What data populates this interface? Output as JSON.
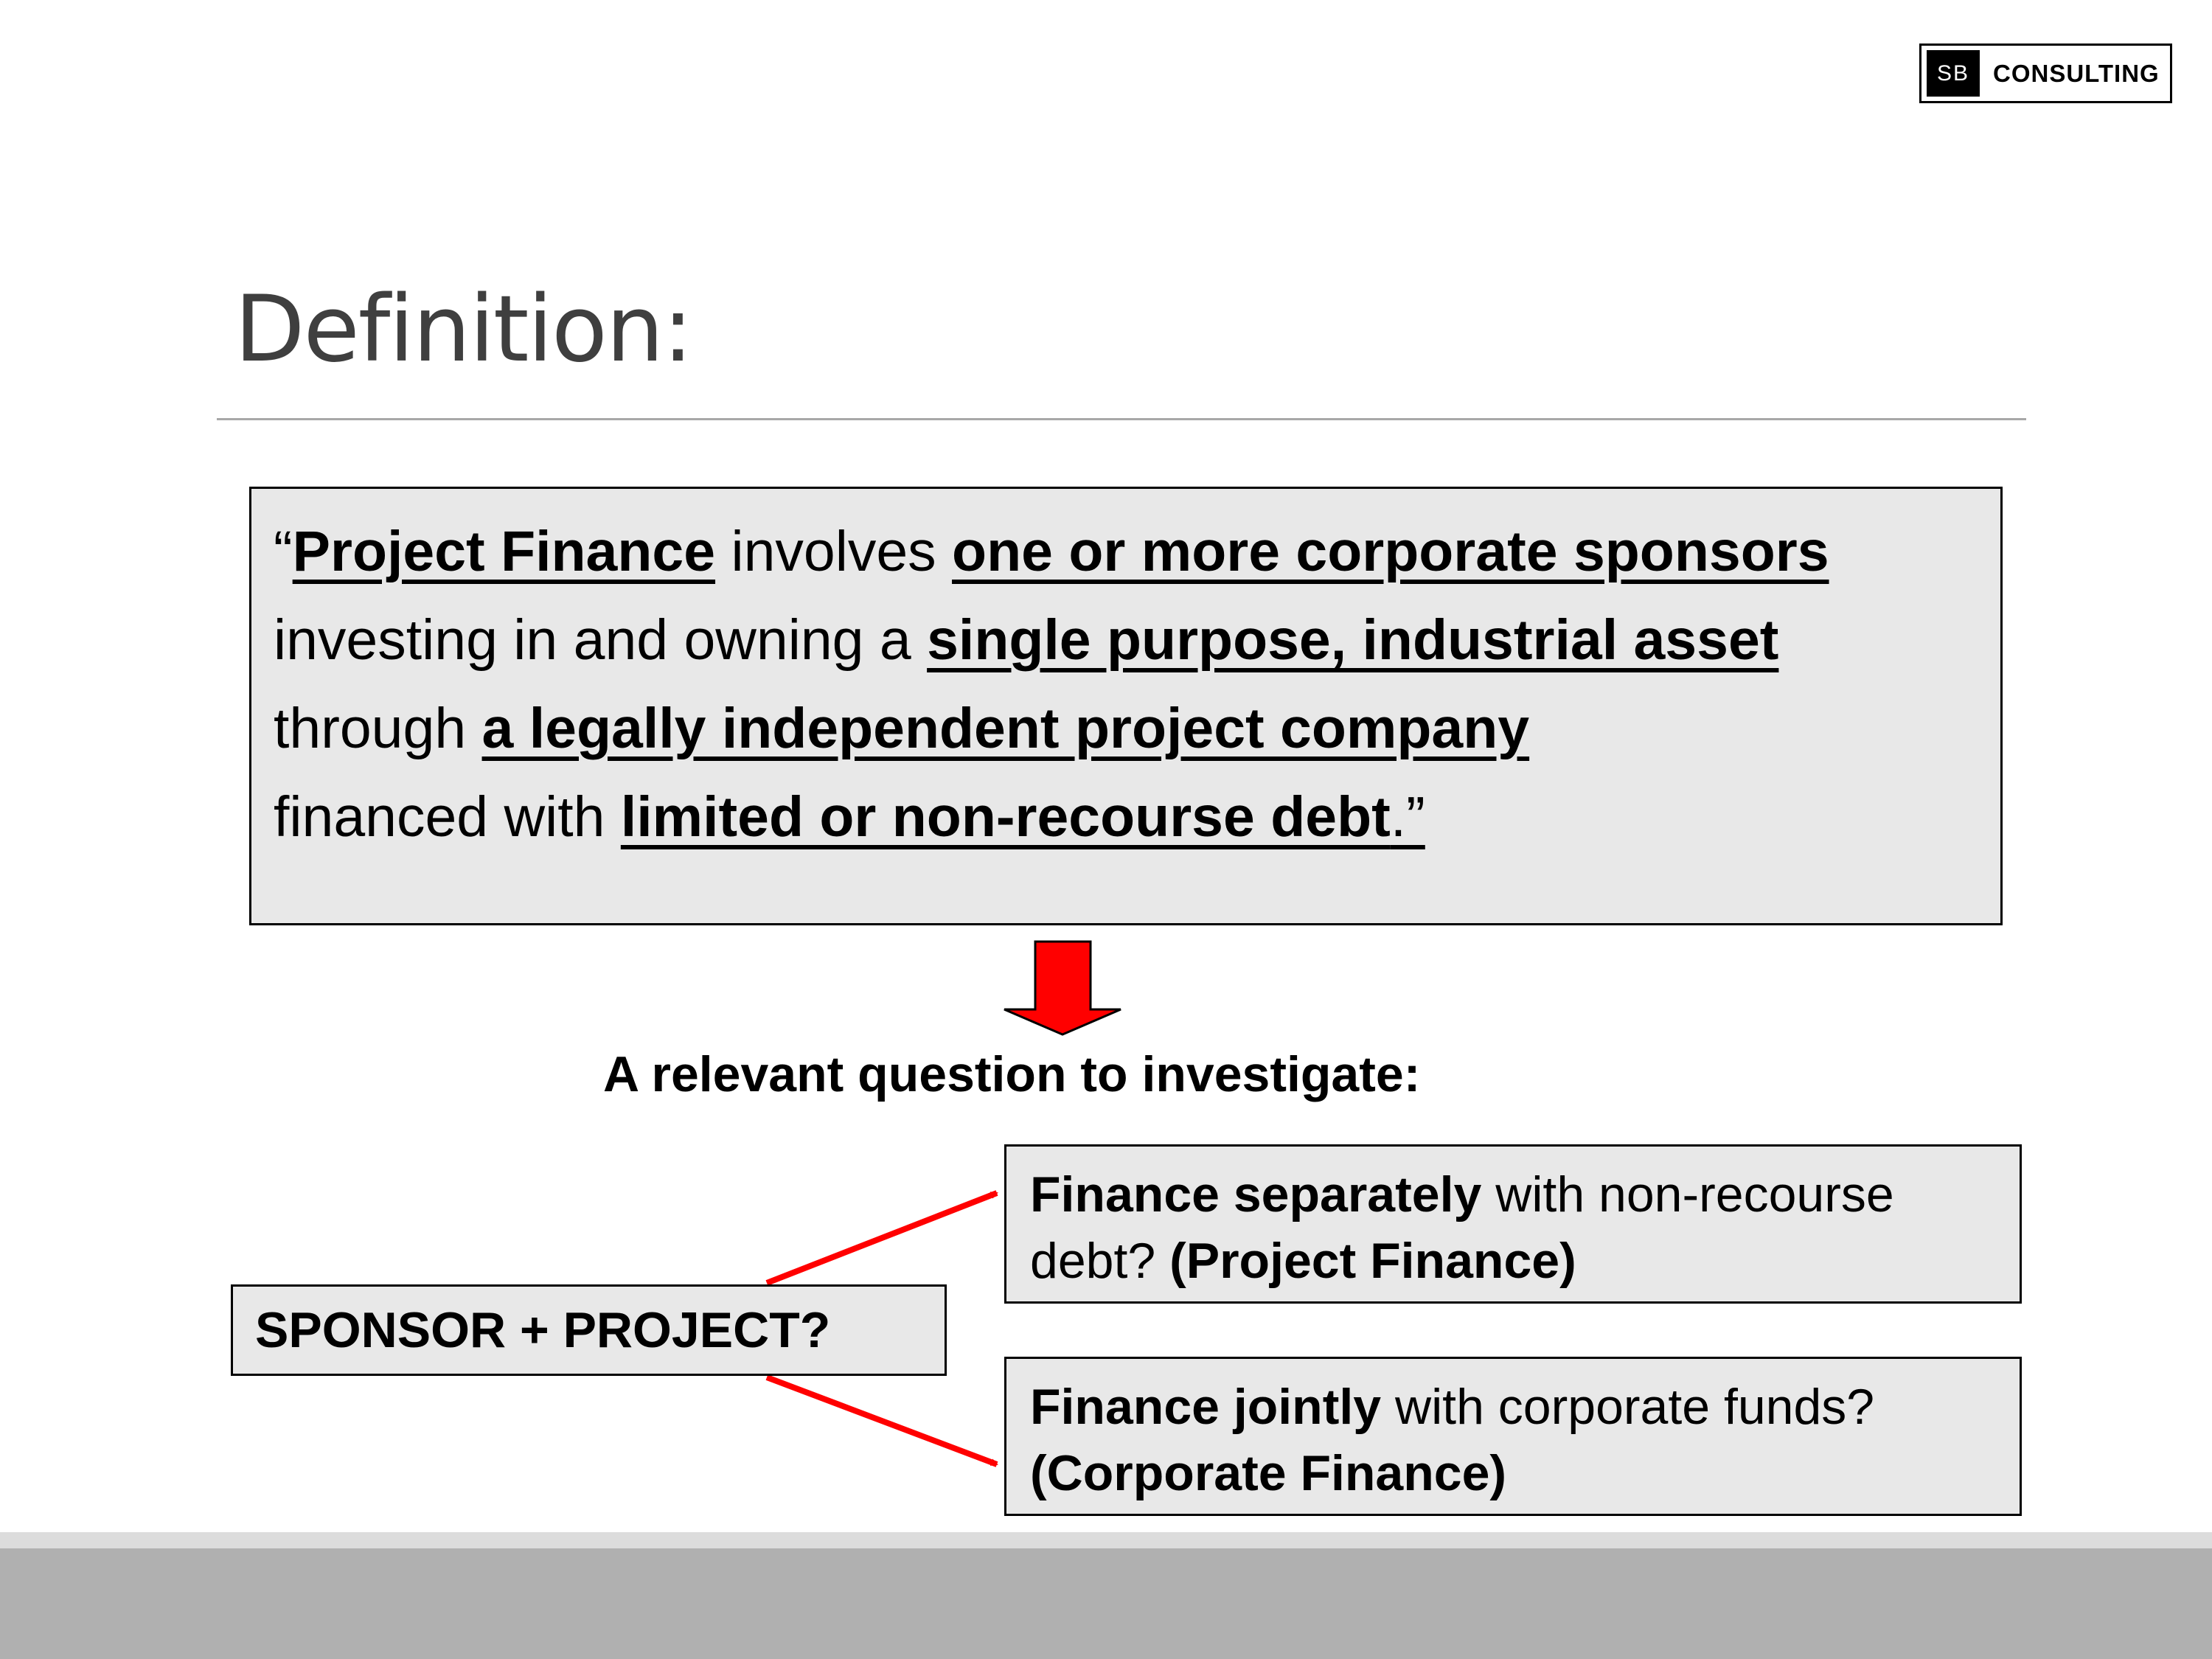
{
  "logo": {
    "mark": "SB",
    "text": "CONSULTING"
  },
  "title": "Definition:",
  "definition": {
    "line1": {
      "open_quote": "“",
      "term": "Project Finance",
      "text1": " involves ",
      "term2": "one or more corporate sponsors"
    },
    "line2": {
      "text1": "investing in and owning a ",
      "term": "single purpose, industrial asset"
    },
    "line3": {
      "text1": "through ",
      "term": "a legally independent project company"
    },
    "line4": {
      "text1": "financed with ",
      "term": "limited or non-recourse debt",
      "close": ".”"
    }
  },
  "question": "A relevant question to investigate:",
  "sponsor_label": "SPONSOR + PROJECT?",
  "option_project": {
    "bold1": "Finance separately",
    "text1": " with non-recourse",
    "text2": "debt? ",
    "bold2": "(Project Finance)"
  },
  "option_corporate": {
    "bold1": "Finance jointly",
    "text1": " with corporate funds?",
    "bold2": "(Corporate Finance)"
  },
  "colors": {
    "arrow": "#ff0000",
    "box_fill": "#e8e8e8",
    "title": "#3f3f3f",
    "footer": "#b0b0b0"
  }
}
